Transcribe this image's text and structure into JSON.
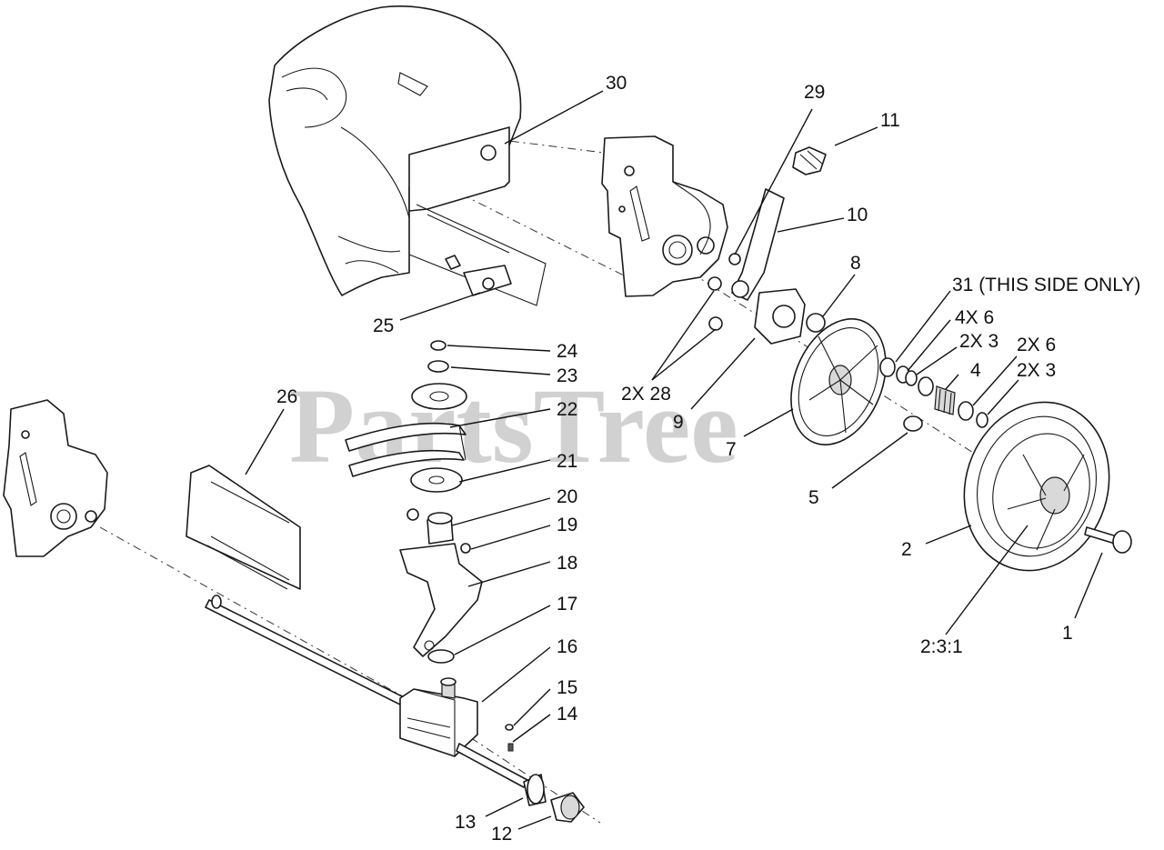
{
  "watermark": {
    "text": "PartsTree",
    "trademark": "™"
  },
  "callouts": [
    {
      "key": "30",
      "text": "30"
    },
    {
      "key": "29",
      "text": "29"
    },
    {
      "key": "11",
      "text": "11"
    },
    {
      "key": "10",
      "text": "10"
    },
    {
      "key": "8",
      "text": "8"
    },
    {
      "key": "31",
      "text": "31 (THIS SIDE ONLY)"
    },
    {
      "key": "4x6",
      "text": "4X 6"
    },
    {
      "key": "2x3a",
      "text": "2X 3"
    },
    {
      "key": "2x6",
      "text": "2X 6"
    },
    {
      "key": "2x3b",
      "text": "2X 3"
    },
    {
      "key": "4",
      "text": "4"
    },
    {
      "key": "25",
      "text": "25"
    },
    {
      "key": "24",
      "text": "24"
    },
    {
      "key": "23",
      "text": "23"
    },
    {
      "key": "22",
      "text": "22"
    },
    {
      "key": "26",
      "text": "26"
    },
    {
      "key": "2x28",
      "text": "2X 28"
    },
    {
      "key": "9",
      "text": "9"
    },
    {
      "key": "7",
      "text": "7"
    },
    {
      "key": "5",
      "text": "5"
    },
    {
      "key": "21",
      "text": "21"
    },
    {
      "key": "20",
      "text": "20"
    },
    {
      "key": "19",
      "text": "19"
    },
    {
      "key": "18",
      "text": "18"
    },
    {
      "key": "17",
      "text": "17"
    },
    {
      "key": "16",
      "text": "16"
    },
    {
      "key": "15",
      "text": "15"
    },
    {
      "key": "14",
      "text": "14"
    },
    {
      "key": "13",
      "text": "13"
    },
    {
      "key": "12",
      "text": "12"
    },
    {
      "key": "2",
      "text": "2"
    },
    {
      "key": "1",
      "text": "1"
    },
    {
      "key": "231",
      "text": "2:3:1"
    }
  ]
}
